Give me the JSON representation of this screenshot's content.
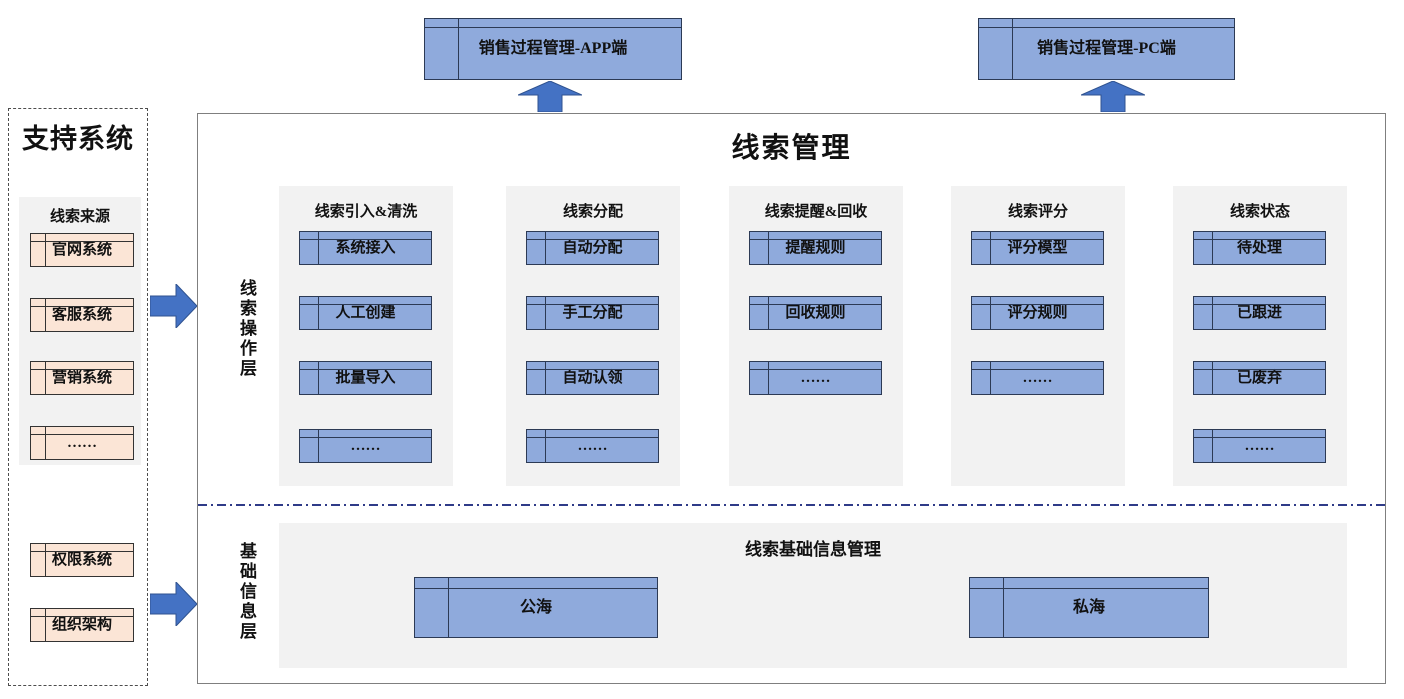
{
  "colors": {
    "node_blue": "#8FAADC",
    "node_peach": "#FBE5D6",
    "arrow_blue": "#4472C4",
    "panel_gray": "#F2F2F2",
    "separator_blue": "#2F3B88"
  },
  "top_apps": [
    {
      "label": "销售过程管理-APP端"
    },
    {
      "label": "销售过程管理-PC端"
    }
  ],
  "support": {
    "title": "支持系统",
    "lead_source_group": {
      "title": "线索来源",
      "items": [
        "官网系统",
        "客服系统",
        "营销系统",
        "……"
      ]
    },
    "extra_systems": [
      "权限系统",
      "组织架构"
    ]
  },
  "main": {
    "title": "线索管理",
    "operation_layer": {
      "label": "线索操作层",
      "columns": [
        {
          "title": "线索引入&清洗",
          "items": [
            "系统接入",
            "人工创建",
            "批量导入",
            "……"
          ]
        },
        {
          "title": "线索分配",
          "items": [
            "自动分配",
            "手工分配",
            "自动认领",
            "……"
          ]
        },
        {
          "title": "线索提醒&回收",
          "items": [
            "提醒规则",
            "回收规则",
            "……"
          ]
        },
        {
          "title": "线索评分",
          "items": [
            "评分模型",
            "评分规则",
            "……"
          ]
        },
        {
          "title": "线索状态",
          "items": [
            "待处理",
            "已跟进",
            "已废弃",
            "……"
          ]
        }
      ]
    },
    "base_layer": {
      "label": "基础信息层",
      "panel_title": "线索基础信息管理",
      "items": [
        "公海",
        "私海"
      ]
    }
  }
}
